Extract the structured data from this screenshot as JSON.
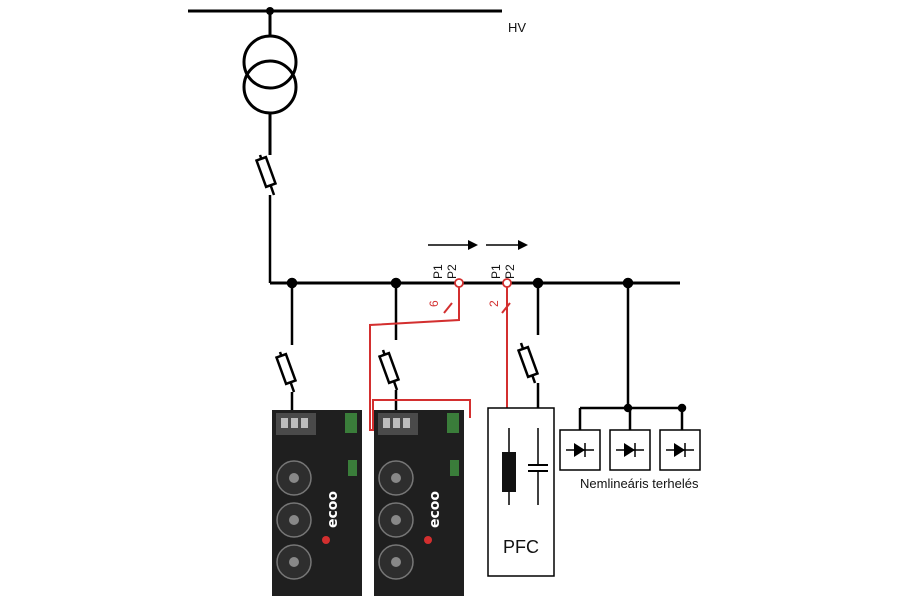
{
  "labels": {
    "hv": "HV",
    "p1": "P1",
    "p2": "P2",
    "cable_count_1": "6",
    "cable_count_2": "2",
    "pfc": "PFC",
    "nonlinear_loads": "Nemlineáris terhelés"
  },
  "colors": {
    "line": "#000000",
    "measurement": "#d32f2f",
    "device_body": "#1f1f1f"
  },
  "devices": [
    {
      "brand": "ecoo"
    },
    {
      "brand": "ecoo"
    }
  ]
}
